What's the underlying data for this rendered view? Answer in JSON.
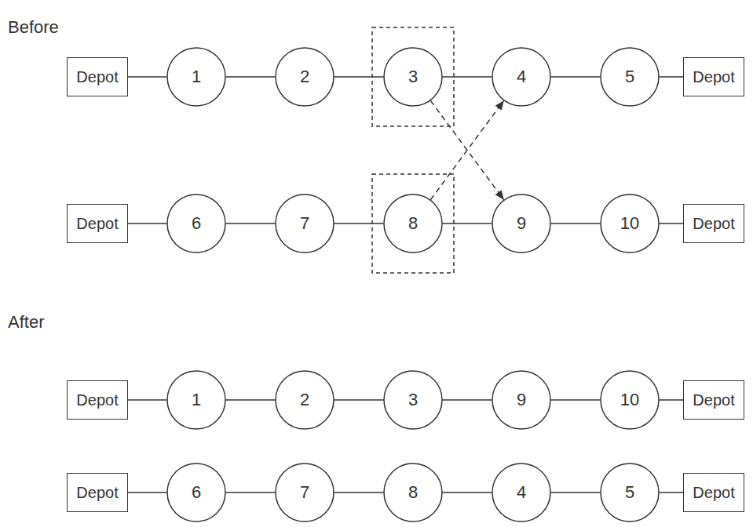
{
  "diagram": {
    "nodes": [
      {
        "text": [
          "Depot"
        ]
      },
      {
        "text": [
          "1"
        ]
      },
      {
        "text": [
          "2"
        ]
      },
      {
        "text": [
          "3"
        ]
      },
      {
        "text": [
          "4"
        ]
      },
      {
        "text": [
          "5"
        ]
      },
      {
        "text": [
          "Depot"
        ]
      },
      {
        "text": [
          "Depot"
        ]
      },
      {
        "text": [
          "6"
        ]
      },
      {
        "text": [
          "7"
        ]
      },
      {
        "text": [
          "8"
        ]
      },
      {
        "text": [
          "9"
        ]
      },
      {
        "text": [
          "10"
        ]
      },
      {
        "text": [
          "Depot"
        ]
      },
      {
        "text": [
          "Depot"
        ]
      },
      {
        "text": [
          "1"
        ]
      },
      {
        "text": [
          "2"
        ]
      },
      {
        "text": [
          "3"
        ]
      },
      {
        "text": [
          "9"
        ]
      },
      {
        "text": [
          "10"
        ]
      },
      {
        "text": [
          "Depot"
        ]
      },
      {
        "text": [
          "Depot"
        ]
      },
      {
        "text": [
          "6"
        ]
      },
      {
        "text": [
          "7"
        ]
      },
      {
        "text": [
          "8"
        ]
      },
      {
        "text": [
          "4"
        ]
      },
      {
        "text": [
          "5"
        ]
      },
      {
        "text": [
          "Depot"
        ]
      }
    ],
    "edges": [
      {
        "from": 0,
        "to": 1,
        "arrow": "none"
      },
      {
        "from": 1,
        "to": 2,
        "arrow": "none"
      },
      {
        "from": 2,
        "to": 3,
        "arrow": "none"
      },
      {
        "from": 3,
        "to": 4,
        "arrow": "none"
      },
      {
        "from": 4,
        "to": 5,
        "arrow": "none"
      },
      {
        "from": 5,
        "to": 6,
        "arrow": "none"
      },
      {
        "from": 7,
        "to": 8,
        "arrow": "none"
      },
      {
        "from": 8,
        "to": 9,
        "arrow": "none"
      },
      {
        "from": 9,
        "to": 10,
        "arrow": "none"
      },
      {
        "from": 10,
        "to": 11,
        "arrow": "none"
      },
      {
        "from": 11,
        "to": 12,
        "arrow": "none"
      },
      {
        "from": 12,
        "to": 13,
        "arrow": "none"
      },
      {
        "from": 3,
        "to": 11,
        "arrow": "to"
      },
      {
        "from": 10,
        "to": 4,
        "arrow": "to"
      },
      {
        "from": 14,
        "to": 15,
        "arrow": "none"
      },
      {
        "from": 15,
        "to": 16,
        "arrow": "none"
      },
      {
        "from": 16,
        "to": 17,
        "arrow": "none"
      },
      {
        "from": 17,
        "to": 18,
        "arrow": "none"
      },
      {
        "from": 18,
        "to": 19,
        "arrow": "none"
      },
      {
        "from": 19,
        "to": 20,
        "arrow": "none"
      },
      {
        "from": 21,
        "to": 22,
        "arrow": "none"
      },
      {
        "from": 22,
        "to": 23,
        "arrow": "none"
      },
      {
        "from": 23,
        "to": 24,
        "arrow": "none"
      },
      {
        "from": 24,
        "to": 25,
        "arrow": "none"
      },
      {
        "from": 25,
        "to": 26,
        "arrow": "none"
      },
      {
        "from": 26,
        "to": 27,
        "arrow": "none"
      }
    ],
    "labels": [
      "Before",
      "After"
    ]
  }
}
